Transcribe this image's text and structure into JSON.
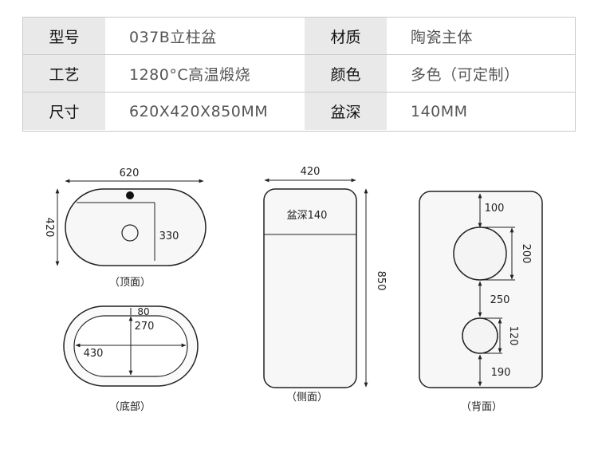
{
  "specs": [
    {
      "label1": "型号",
      "value1": "037B立柱盆",
      "label2": "材质",
      "value2": "陶瓷主体"
    },
    {
      "label1": "工艺",
      "value1": "1280°C高温煅烧",
      "label2": "颜色",
      "value2": "多色（可定制）"
    },
    {
      "label1": "尺寸",
      "value1": "620X420X850MM",
      "label2": "盆深",
      "value2": "140MM"
    }
  ],
  "top_view": {
    "caption": "（顶面）",
    "width": "620",
    "depth": "420",
    "side": "330"
  },
  "bottom_view": {
    "caption": "（底部）",
    "offset": "80",
    "inner_depth": "270",
    "inner_width": "430"
  },
  "side_view": {
    "caption": "（侧面）",
    "width": "420",
    "height": "850",
    "bowl_depth": "盆深140"
  },
  "back_view": {
    "caption": "（背面）",
    "top_gap": "100",
    "hole1_size": "200",
    "mid_gap": "250",
    "hole2_size": "120",
    "bottom_gap": "190"
  }
}
